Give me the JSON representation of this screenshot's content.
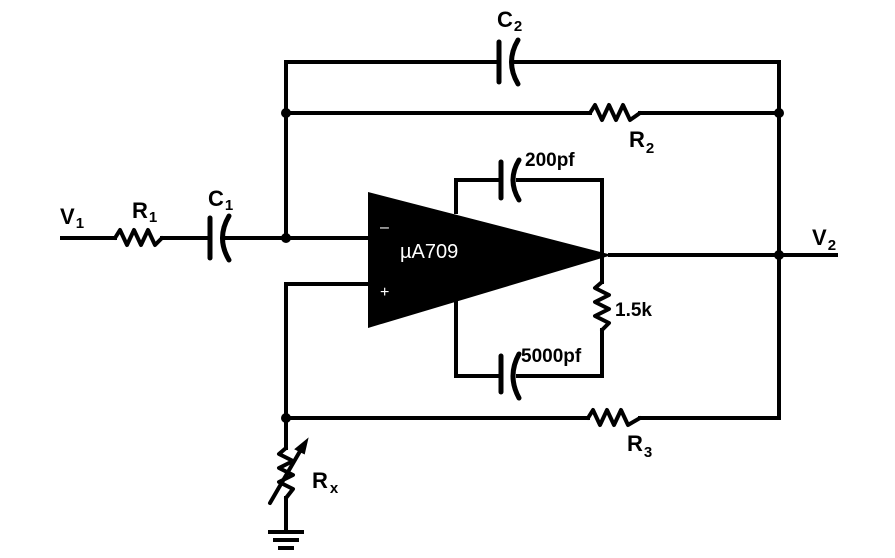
{
  "diagram": {
    "type": "op-amp filter schematic",
    "opamp": {
      "part": "µA709",
      "inverting_pin": "–",
      "noninverting_pin": "+"
    },
    "labels": {
      "v1": {
        "main": "V",
        "sub": "1"
      },
      "v2": {
        "main": "V",
        "sub": "2"
      },
      "r1": {
        "main": "R",
        "sub": "1"
      },
      "r2": {
        "main": "R",
        "sub": "2"
      },
      "r3": {
        "main": "R",
        "sub": "3"
      },
      "rx": {
        "main": "R",
        "sub": "x"
      },
      "c1": {
        "main": "C",
        "sub": "1"
      },
      "c2": {
        "main": "C",
        "sub": "2"
      }
    },
    "compensation": {
      "c_top": "200pf",
      "c_bottom": "5000pf",
      "r_out": "1.5k"
    },
    "components": [
      {
        "id": "R1",
        "kind": "resistor",
        "between": [
          "V1",
          "C1"
        ]
      },
      {
        "id": "C1",
        "kind": "capacitor",
        "between": [
          "R1",
          "inverting input node"
        ]
      },
      {
        "id": "C2",
        "kind": "capacitor",
        "between": [
          "inverting input node",
          "V2"
        ]
      },
      {
        "id": "R2",
        "kind": "resistor",
        "between": [
          "inverting input node",
          "V2"
        ]
      },
      {
        "id": "R3",
        "kind": "resistor",
        "between": [
          "non-inverting input node",
          "V2"
        ]
      },
      {
        "id": "Rx",
        "kind": "variable resistor",
        "between": [
          "non-inverting input node",
          "ground"
        ]
      },
      {
        "id": "200pf",
        "kind": "capacitor",
        "role": "frequency compensation"
      },
      {
        "id": "5000pf",
        "kind": "capacitor",
        "role": "frequency compensation"
      },
      {
        "id": "1.5k",
        "kind": "resistor",
        "role": "output compensation"
      }
    ],
    "ground": "ground-symbol"
  }
}
